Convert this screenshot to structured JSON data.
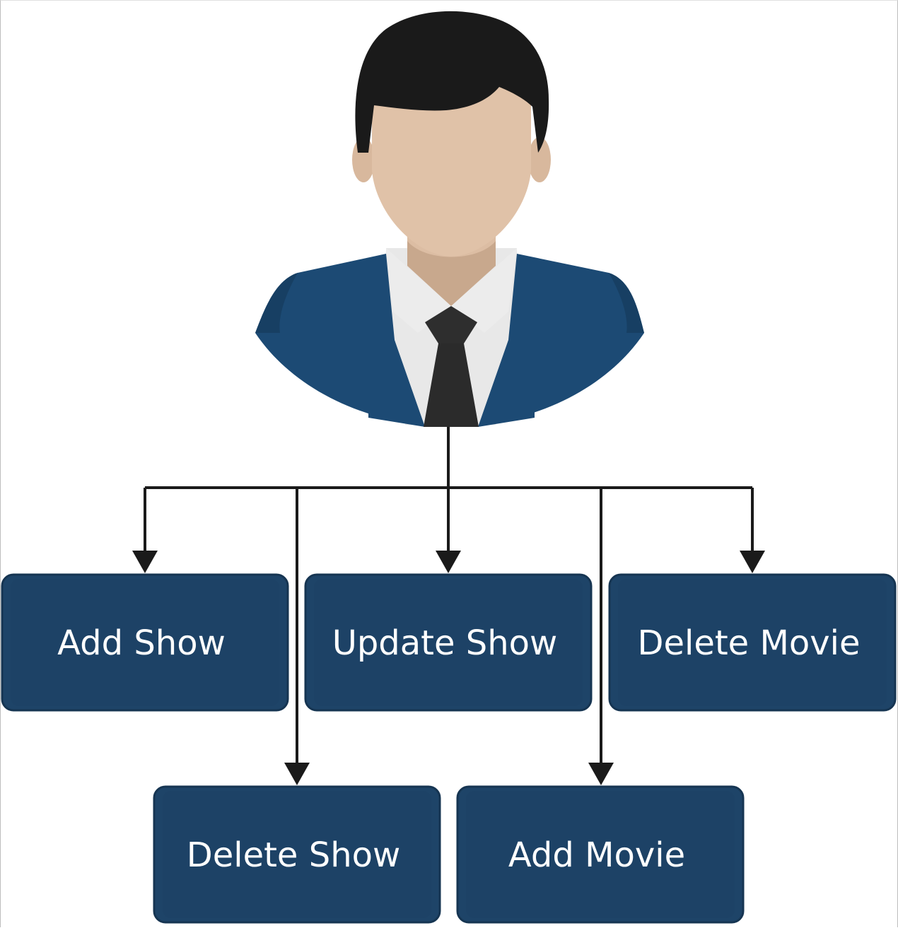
{
  "diagram": {
    "actor": {
      "icon": "businessman-avatar-icon",
      "colors": {
        "hair": "#1a1a1a",
        "skin": "#e0c2a8",
        "skin_shadow": "#c9a68a",
        "suit": "#1c4a74",
        "shirt": "#e8e8e8",
        "tie": "#2e2e2e"
      }
    },
    "actions": [
      {
        "id": "add-show",
        "label": "Add Show"
      },
      {
        "id": "update-show",
        "label": "Update Show"
      },
      {
        "id": "delete-movie",
        "label": "Delete Movie"
      },
      {
        "id": "delete-show",
        "label": "Delete Show"
      },
      {
        "id": "add-movie",
        "label": "Add Movie"
      }
    ],
    "colors": {
      "box_fill": "#1e4468",
      "box_border": "#163552",
      "box_text": "#ffffff",
      "arrow": "#1a1a1a"
    }
  }
}
